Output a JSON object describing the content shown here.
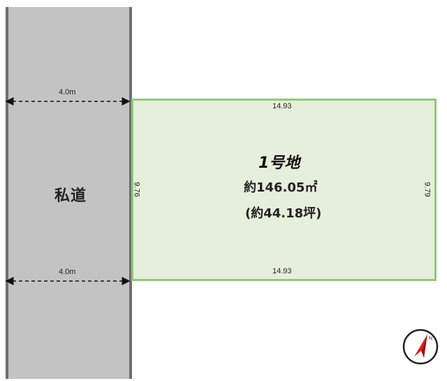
{
  "road": {
    "label": "私道"
  },
  "lot": {
    "title": "1号地",
    "area": "約146.05㎡",
    "tsubo": "(約44.18坪)",
    "top_width": "14.93",
    "bottom_width": "14.93",
    "left_depth": "9.76",
    "right_depth": "9.79"
  },
  "road_widths": {
    "upper": "4.0m",
    "lower": "4.0m"
  },
  "colors": {
    "road": "#c3c3c3",
    "lot_fill": "#e6efdc",
    "lot_border": "#92c97a",
    "compass_red": "#e02020"
  },
  "icons": {
    "compass": "north-arrow-icon"
  }
}
